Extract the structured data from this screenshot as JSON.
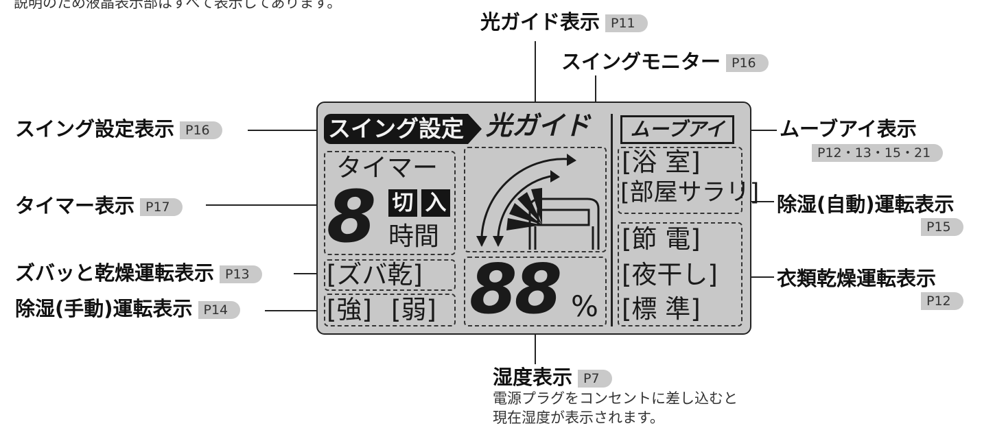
{
  "top_note": "説明のため液晶表示部はすべて表示してあります。",
  "callouts": {
    "hikari_guide": {
      "label": "光ガイド表示",
      "ref": "P11"
    },
    "swing_monitor": {
      "label": "スイングモニター",
      "ref": "P16"
    },
    "swing_setting": {
      "label": "スイング設定表示",
      "ref": "P16"
    },
    "timer": {
      "label": "タイマー表示",
      "ref": "P17"
    },
    "zubakan": {
      "label": "ズバッと乾燥運転表示",
      "ref": "P13"
    },
    "manual_dehumid": {
      "label": "除湿(手動)運転表示",
      "ref": "P14"
    },
    "move_eye": {
      "label": "ムーブアイ表示",
      "ref": "P12・13・15・21"
    },
    "auto_dehumid": {
      "label": "除湿(自動)運転表示",
      "ref": "P15"
    },
    "clothes_dry": {
      "label": "衣類乾燥運転表示",
      "ref": "P12"
    },
    "humidity": {
      "label": "湿度表示",
      "ref": "P7",
      "note_line1": "電源プラグをコンセントに差し込むと",
      "note_line2": "現在湿度が表示されます。"
    }
  },
  "lcd": {
    "swing_setting_text": "スイング設定",
    "hikari_guide_text": "光ガイド",
    "move_eye_text": "ムーブアイ",
    "timer_title": "タイマー",
    "timer_digit": "8",
    "timer_off": "切",
    "timer_on": "入",
    "timer_hours": "時間",
    "zubakan_text": "[ズバ乾]",
    "strong_text": "[強]",
    "weak_text": "[弱]",
    "humidity_digits": "88",
    "percent": "%",
    "bathroom_text": "[浴 室]",
    "room_sarari_text": "[部屋サラリ]",
    "power_save_text": "[節 電]",
    "night_dry_text": "[夜干し]",
    "standard_text": "[標 準]"
  },
  "colors": {
    "lcd_background": "#c8c8c8",
    "ref_tag_background": "#c9c9c9",
    "segment_dark": "#151515"
  }
}
